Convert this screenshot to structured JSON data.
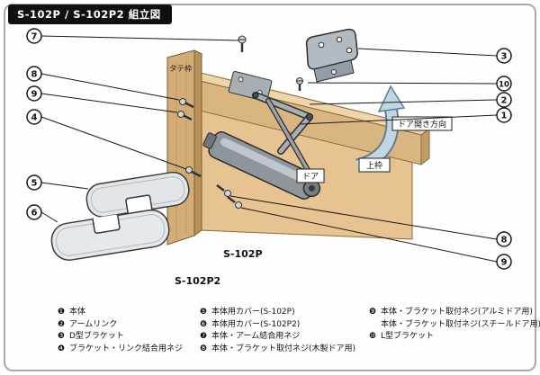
{
  "header": {
    "title": "S-102P / S-102P2 組立図"
  },
  "diagram": {
    "labels": {
      "vertical_frame": "タテ枠",
      "door_open_direction": "ドア開き方向",
      "top_frame": "上枠",
      "door": "ドア",
      "model_s102p": "S-102P",
      "model_s102p2": "S-102P2"
    },
    "callouts": {
      "c7": "7",
      "c8l": "8",
      "c9l": "9",
      "c4": "4",
      "c5": "5",
      "c6": "6",
      "c3": "3",
      "c10": "10",
      "c2": "2",
      "c1": "1",
      "c8r": "8",
      "c9r": "9"
    }
  },
  "legend": {
    "columns": [
      {
        "items": [
          {
            "num": "❶",
            "label": "本体"
          },
          {
            "num": "❷",
            "label": "アームリンク"
          },
          {
            "num": "❸",
            "label": "D型ブラケット"
          },
          {
            "num": "❹",
            "label": "ブラケット・リンク結合用ネジ"
          }
        ]
      },
      {
        "items": [
          {
            "num": "❺",
            "label": "本体用カバー(S-102P)"
          },
          {
            "num": "❻",
            "label": "本体用カバー(S-102P2)"
          },
          {
            "num": "❼",
            "label": "本体・アーム結合用ネジ"
          },
          {
            "num": "❽",
            "label": "本体・ブラケット取付ネジ(木製ドア用)"
          }
        ]
      },
      {
        "items": [
          {
            "num": "❾",
            "label": "本体・ブラケット取付ネジ(アルミドア用)"
          },
          {
            "num": "",
            "label": "本体・ブラケット取付ネジ(スチールドア用)"
          },
          {
            "num": "❿",
            "label": "L型ブラケット"
          }
        ]
      }
    ]
  }
}
